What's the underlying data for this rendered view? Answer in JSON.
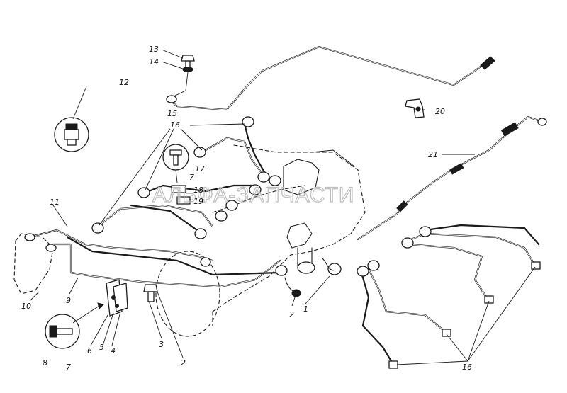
{
  "watermark": "АЛЬФА-ЗАПЧАСТИ",
  "callouts": [
    {
      "id": "c1",
      "text": "1"
    },
    {
      "id": "c2a",
      "text": "2"
    },
    {
      "id": "c2b",
      "text": "2"
    },
    {
      "id": "c3",
      "text": "3"
    },
    {
      "id": "c4",
      "text": "4"
    },
    {
      "id": "c5",
      "text": "5"
    },
    {
      "id": "c6",
      "text": "6"
    },
    {
      "id": "c7a",
      "text": "7"
    },
    {
      "id": "c7b",
      "text": "7"
    },
    {
      "id": "c8",
      "text": "8"
    },
    {
      "id": "c9",
      "text": "9"
    },
    {
      "id": "c10",
      "text": "10"
    },
    {
      "id": "c11",
      "text": "11"
    },
    {
      "id": "c12",
      "text": "12"
    },
    {
      "id": "c13",
      "text": "13"
    },
    {
      "id": "c14",
      "text": "14"
    },
    {
      "id": "c15",
      "text": "15"
    },
    {
      "id": "c16a",
      "text": "16"
    },
    {
      "id": "c16b",
      "text": "16"
    },
    {
      "id": "c17",
      "text": "17"
    },
    {
      "id": "c18",
      "text": "18"
    },
    {
      "id": "c19",
      "text": "19"
    },
    {
      "id": "c20",
      "text": "20"
    },
    {
      "id": "c21",
      "text": "21"
    }
  ],
  "colors": {
    "line": "#1a1a1a",
    "background": "#ffffff",
    "watermark": "#bdbdbd"
  }
}
